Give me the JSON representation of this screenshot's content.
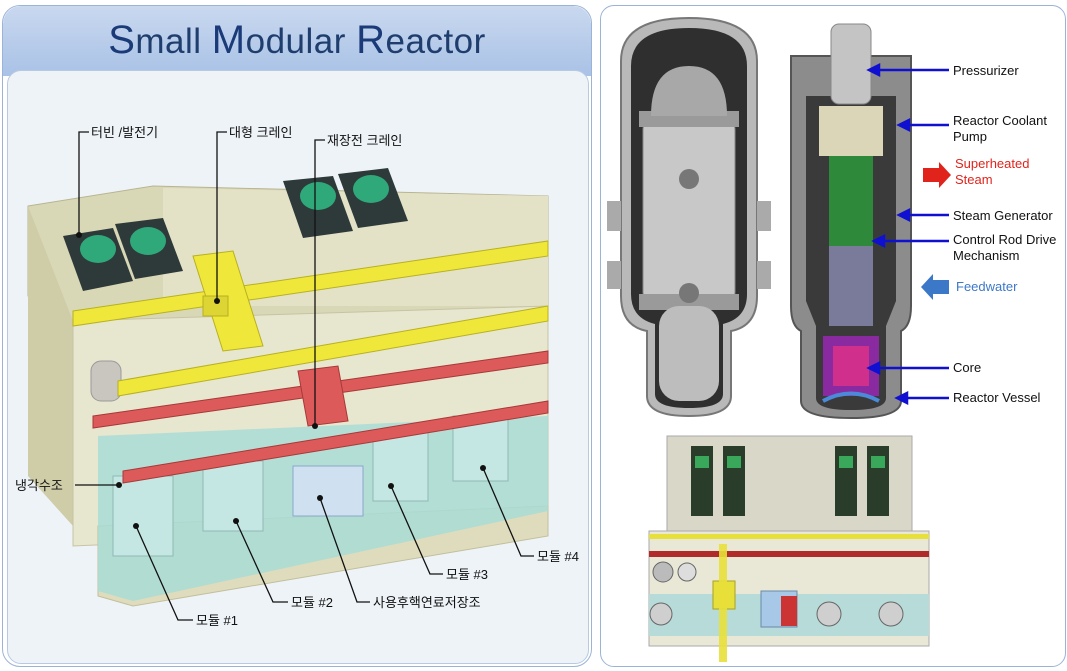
{
  "title": {
    "s": "S",
    "rest1": "mall ",
    "m": "M",
    "rest2": "odular ",
    "r": "R",
    "rest3": "eactor"
  },
  "left_labels": {
    "turbine": "터빈 /발전기",
    "large_crane": "대형 크레인",
    "refuel_crane": "재장전 크레인",
    "cooling_pool": "냉각수조",
    "module1": "모듈 #1",
    "module2": "모듈 #2",
    "spent_fuel": "사용후핵연료저장조",
    "module3": "모듈 #3",
    "module4": "모듈 #4"
  },
  "right_labels": {
    "pressurizer": "Pressurizer",
    "rcp1": "Reactor Coolant",
    "rcp2": "Pump",
    "steam1": "Superheated",
    "steam2": "Steam",
    "sg": "Steam Generator",
    "crdm1": "Control Rod Drive",
    "crdm2": "Mechanism",
    "feedwater": "Feedwater",
    "core": "Core",
    "vessel": "Reactor Vessel"
  },
  "colors": {
    "arrow": "#1010d0",
    "steam": "#e0241c",
    "feedwater": "#3c78c8",
    "crane_yellow": "#f0ea3a",
    "crane_red": "#d95555",
    "pool": "#9fd8d4"
  }
}
